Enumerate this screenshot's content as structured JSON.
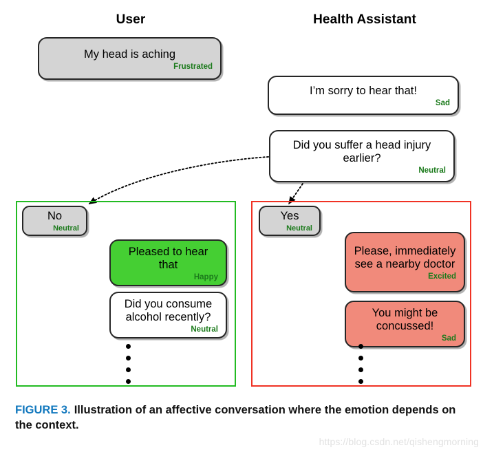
{
  "columns": {
    "user": "User",
    "assistant": "Health Assistant"
  },
  "messages": {
    "my_head": {
      "text": "My head is aching",
      "emotion": "Frustrated",
      "speaker": "user",
      "style": "grey"
    },
    "sorry": {
      "text": "I’m sorry to hear that!",
      "emotion": "Sad",
      "speaker": "assistant",
      "style": "white"
    },
    "head_injury": {
      "text": "Did you suffer a head injury earlier?",
      "emotion": "Neutral",
      "speaker": "assistant",
      "style": "white"
    },
    "no": {
      "text": "No",
      "emotion": "Neutral",
      "speaker": "user",
      "style": "grey"
    },
    "yes": {
      "text": "Yes",
      "emotion": "Neutral",
      "speaker": "user",
      "style": "grey"
    },
    "pleased": {
      "text": "Pleased to hear that",
      "emotion": "Happy",
      "speaker": "assistant",
      "style": "green"
    },
    "alcohol": {
      "text": "Did you consume alcohol recently?",
      "emotion": "Neutral",
      "speaker": "assistant",
      "style": "white"
    },
    "see_doctor": {
      "text": "Please, immediately see a nearby doctor",
      "emotion": "Excited",
      "speaker": "assistant",
      "style": "red"
    },
    "concussed": {
      "text": "You might be concussed!",
      "emotion": "Sad",
      "speaker": "assistant",
      "style": "red"
    }
  },
  "branches": {
    "no_branch": {
      "label": "no-branch",
      "border_color": "#22bb22",
      "continues": "⋮"
    },
    "yes_branch": {
      "label": "yes-branch",
      "border_color": "#f03224",
      "continues": "⋮"
    }
  },
  "connectors": [
    {
      "name": "head-injury-to-no",
      "style": "dotted-curved-arrow"
    },
    {
      "name": "head-injury-to-yes",
      "style": "dotted-straight-arrow"
    }
  ],
  "caption": {
    "figure_label": "FIGURE 3.",
    "text": "Illustration of an affective conversation where the emotion depends on the context.",
    "label_color": "#1278be"
  },
  "watermark": "https://blog.csdn.net/qishengmorning",
  "palette": {
    "grey_bubble": "#d4d4d4",
    "green_bubble": "#45cf33",
    "red_bubble": "#f18a7b",
    "emotion_text": "#1b7a1b",
    "bubble_border": "#262626"
  }
}
